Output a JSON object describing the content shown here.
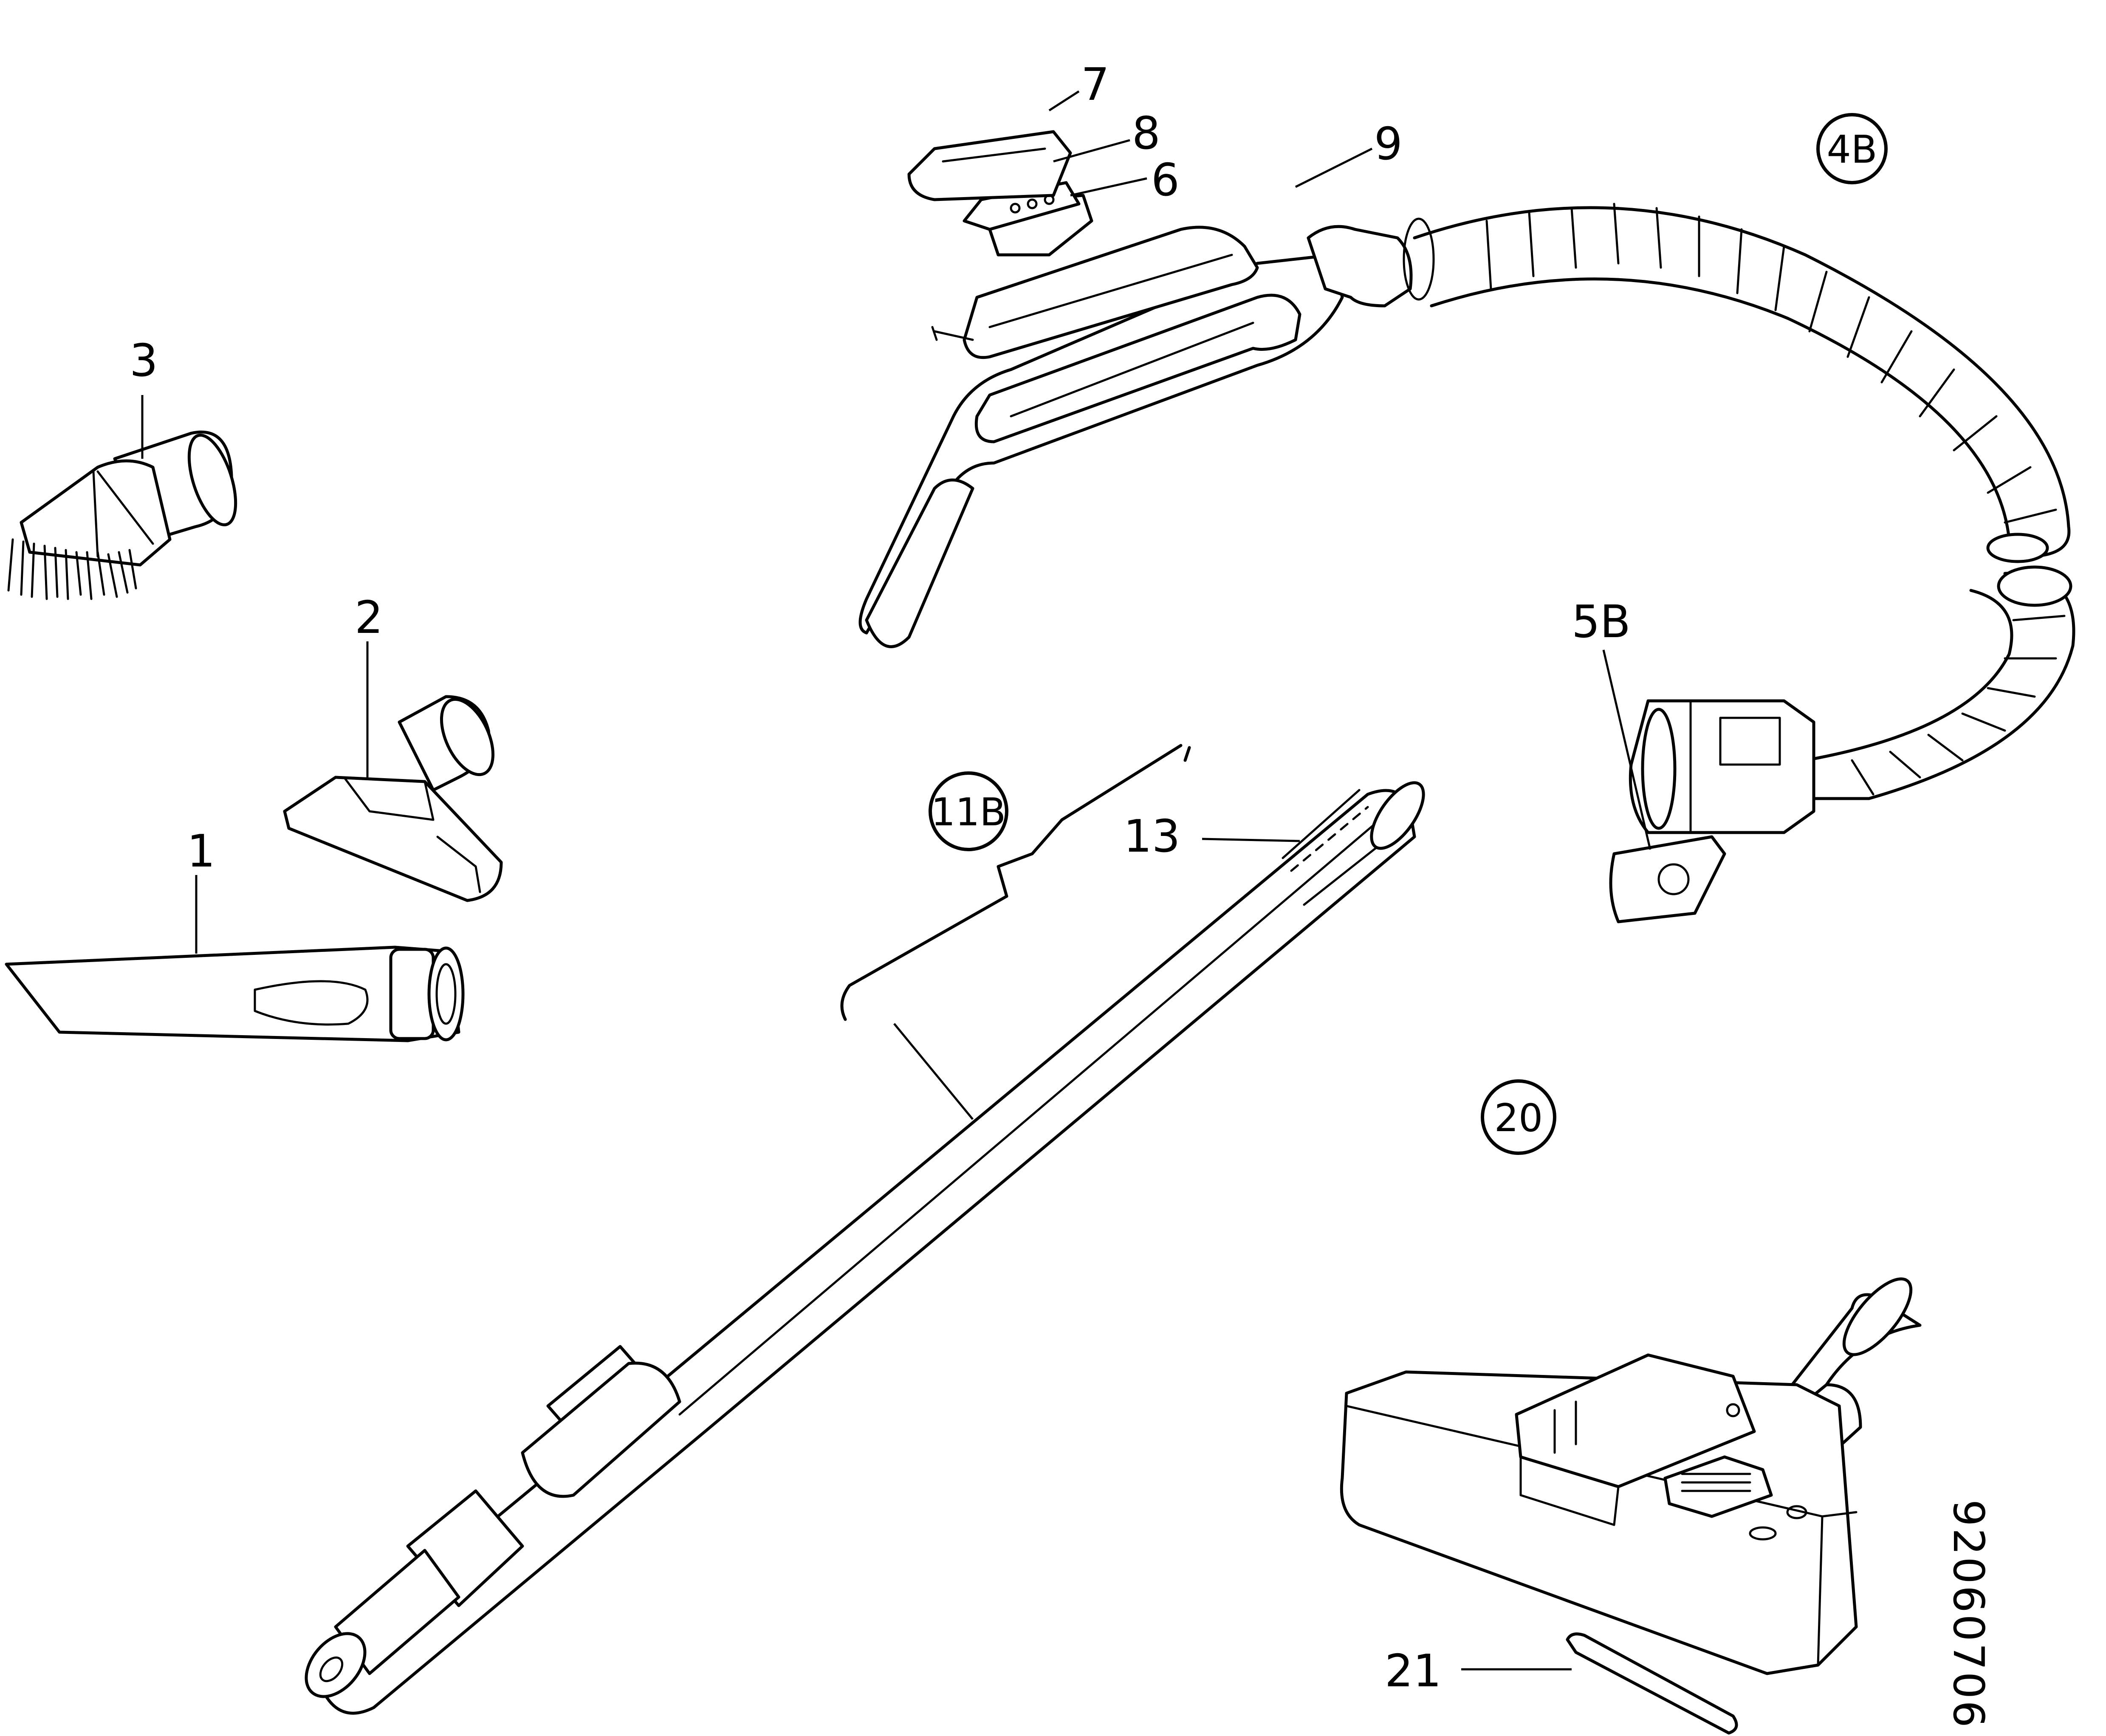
{
  "labels": {
    "p1": "1",
    "p2": "2",
    "p3": "3",
    "p6": "6",
    "p7": "7",
    "p8": "8",
    "p9": "9",
    "p13": "13",
    "p21": "21",
    "p5B": "5B",
    "g4B": "4B",
    "g11B": "11B",
    "g20": "20"
  },
  "drawing_code": "92060706"
}
